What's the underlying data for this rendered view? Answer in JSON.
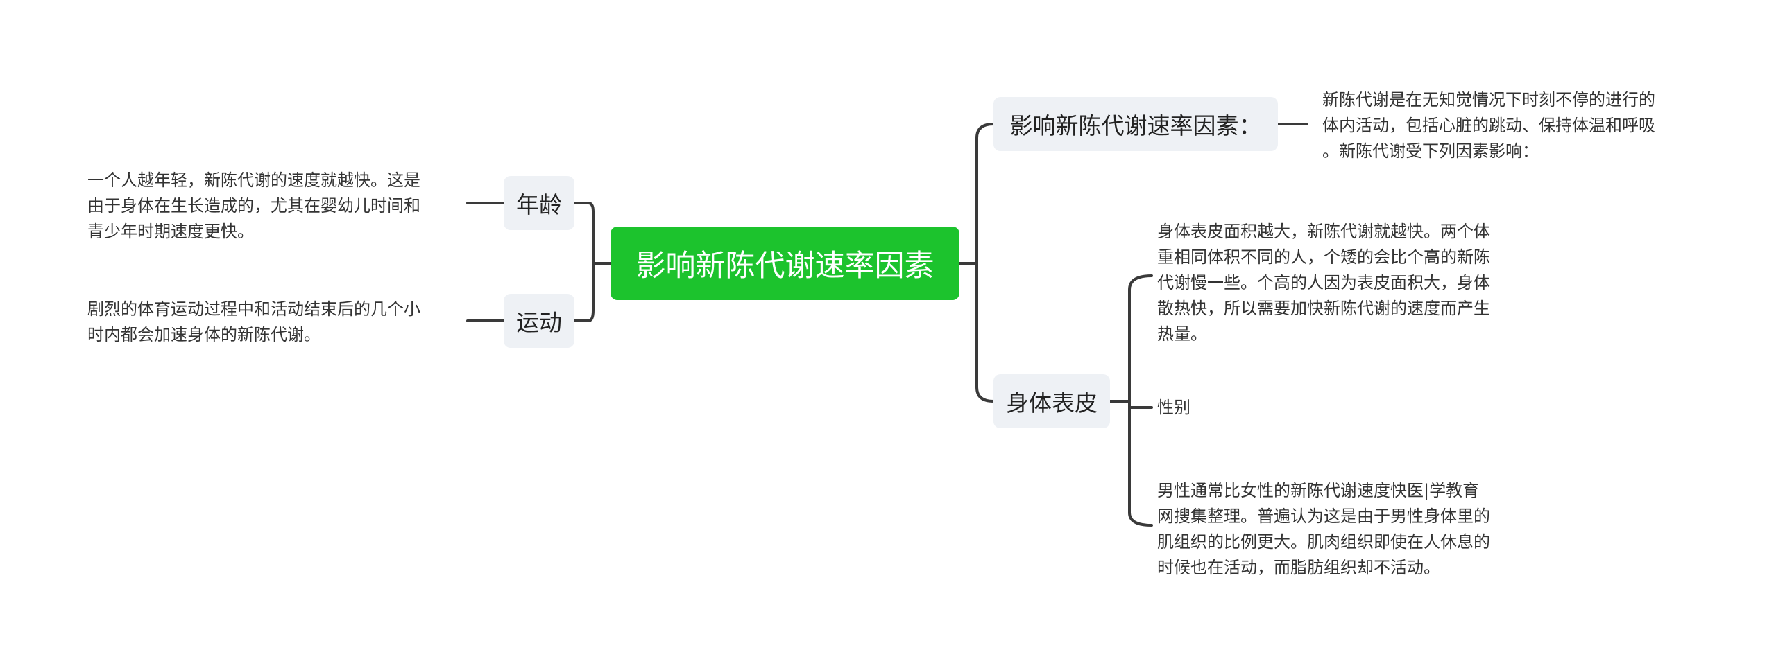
{
  "root": {
    "label": "影响新陈代谢速率因素"
  },
  "left": {
    "age": {
      "label": "年龄",
      "detail": "一个人越年轻，新陈代谢的速度就越快。这是\n由于身体在生长造成的，尤其在婴幼儿时间和\n青少年时期速度更快。"
    },
    "sport": {
      "label": "运动",
      "detail": "剧烈的体育运动过程中和活动结束后的几个小\n时内都会加速身体的新陈代谢。"
    }
  },
  "right": {
    "factor": {
      "label": "影响新陈代谢速率因素：",
      "detail": "新陈代谢是在无知觉情况下时刻不停的进行的\n体内活动，包括心脏的跳动、保持体温和呼吸\n。新陈代谢受下列因素影响："
    },
    "body": {
      "label": "身体表皮",
      "details": [
        "身体表皮面积越大，新陈代谢就越快。两个体\n重相同体积不同的人，个矮的会比个高的新陈\n代谢慢一些。个高的人因为表皮面积大，身体\n散热快，所以需要加快新陈代谢的速度而产生\n热量。",
        "性别",
        "男性通常比女性的新陈代谢速度快医|学教育\n网搜集整理。普遍认为这是由于男性身体里的\n肌组织的比例更大。肌肉组织即使在人休息的\n时候也在活动，而脂肪组织却不活动。"
      ]
    }
  },
  "colors": {
    "root_bg": "#1cc32d",
    "branch_bg": "#eef1f5",
    "connector": "#3a3a3a"
  }
}
